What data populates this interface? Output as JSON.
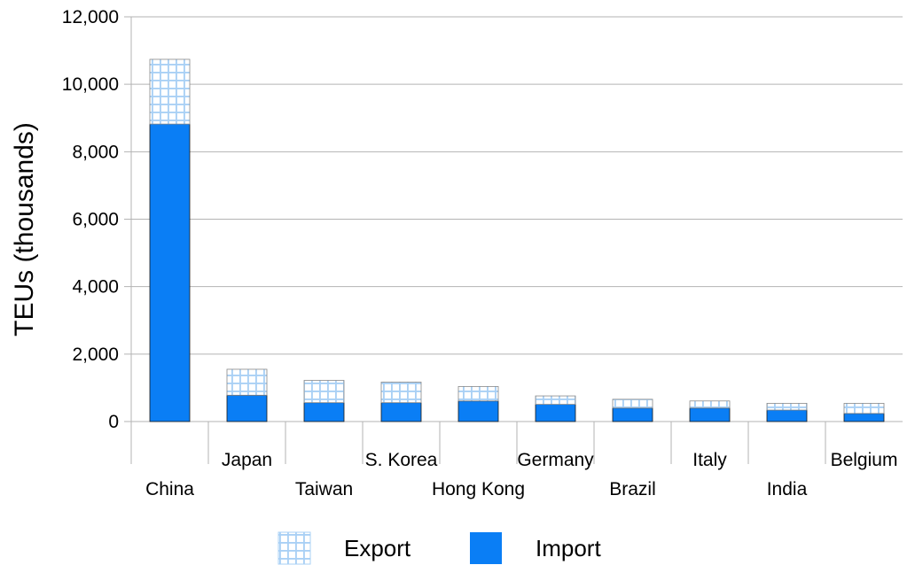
{
  "chart_data": {
    "type": "bar",
    "stacked": true,
    "title": "",
    "xlabel": "",
    "ylabel": "TEUs (thousands)",
    "ylim": [
      0,
      12000
    ],
    "yticks": [
      0,
      2000,
      4000,
      6000,
      8000,
      10000,
      12000
    ],
    "ytick_labels": [
      "0",
      "2,000",
      "4,000",
      "6,000",
      "8,000",
      "10,000",
      "12,000"
    ],
    "grid": true,
    "legend_position": "bottom",
    "categories": [
      "China",
      "Japan",
      "Taiwan",
      "S. Korea",
      "Hong Kong",
      "Germany",
      "Brazil",
      "Italy",
      "India",
      "Belgium"
    ],
    "series": [
      {
        "name": "Import",
        "color": "#0a7ef5",
        "values": [
          8820,
          780,
          560,
          560,
          610,
          510,
          400,
          400,
          340,
          240
        ]
      },
      {
        "name": "Export",
        "color": "#a9d0f5",
        "pattern": "grid",
        "values": [
          1920,
          770,
          660,
          610,
          430,
          250,
          260,
          210,
          200,
          300
        ]
      }
    ],
    "legend": [
      "Export",
      "Import"
    ]
  }
}
